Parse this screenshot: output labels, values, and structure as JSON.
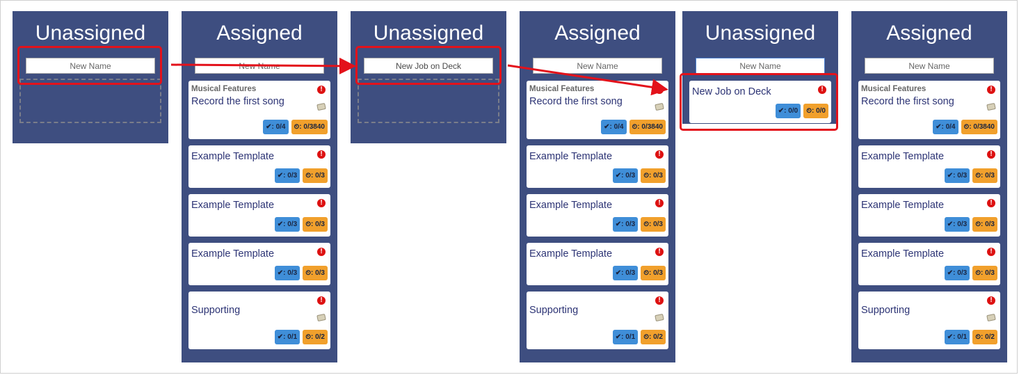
{
  "columns": [
    {
      "title": "Unassigned",
      "input_value": "",
      "input_placeholder": "New Name",
      "cards": []
    },
    {
      "title": "Assigned",
      "input_value": "",
      "input_placeholder": "New Name",
      "cards": [
        {
          "category": "Musical Features",
          "title": "Record the first song",
          "note": true,
          "checks": "0/4",
          "time": "0/3840"
        },
        {
          "category": "",
          "title": "Example Template",
          "note": false,
          "checks": "0/3",
          "time": "0/3"
        },
        {
          "category": "",
          "title": "Example Template",
          "note": false,
          "checks": "0/3",
          "time": "0/3"
        },
        {
          "category": "",
          "title": "Example Template",
          "note": false,
          "checks": "0/3",
          "time": "0/3"
        },
        {
          "category": "",
          "title": "Supporting",
          "note": true,
          "checks": "0/1",
          "time": "0/2"
        }
      ]
    },
    {
      "title": "Unassigned",
      "input_value": "New Job on Deck",
      "input_placeholder": "New Name",
      "cards": []
    },
    {
      "title": "Assigned",
      "input_value": "",
      "input_placeholder": "New Name",
      "cards": [
        {
          "category": "Musical Features",
          "title": "Record the first song",
          "note": true,
          "checks": "0/4",
          "time": "0/3840"
        },
        {
          "category": "",
          "title": "Example Template",
          "note": false,
          "checks": "0/3",
          "time": "0/3"
        },
        {
          "category": "",
          "title": "Example Template",
          "note": false,
          "checks": "0/3",
          "time": "0/3"
        },
        {
          "category": "",
          "title": "Example Template",
          "note": false,
          "checks": "0/3",
          "time": "0/3"
        },
        {
          "category": "",
          "title": "Supporting",
          "note": true,
          "checks": "0/1",
          "time": "0/2"
        }
      ]
    },
    {
      "title": "Unassigned",
      "input_value": "",
      "input_placeholder": "New Name",
      "cards": [
        {
          "category": "",
          "title": "New Job on Deck",
          "note": false,
          "checks": "0/0",
          "time": "0/0"
        }
      ]
    },
    {
      "title": "Assigned",
      "input_value": "",
      "input_placeholder": "New Name",
      "cards": [
        {
          "category": "Musical Features",
          "title": "Record the first song",
          "note": true,
          "checks": "0/4",
          "time": "0/3840"
        },
        {
          "category": "",
          "title": "Example Template",
          "note": false,
          "checks": "0/3",
          "time": "0/3"
        },
        {
          "category": "",
          "title": "Example Template",
          "note": false,
          "checks": "0/3",
          "time": "0/3"
        },
        {
          "category": "",
          "title": "Example Template",
          "note": false,
          "checks": "0/3",
          "time": "0/3"
        },
        {
          "category": "",
          "title": "Supporting",
          "note": true,
          "checks": "0/1",
          "time": "0/2"
        }
      ]
    }
  ],
  "badge_prefix": {
    "check": "✔: ",
    "time": "⏲: "
  },
  "icons": {
    "alert": "alert-icon",
    "note": "note-icon",
    "check": "check-icon",
    "timer": "timer-icon"
  },
  "colors": {
    "column_bg": "#3e4e80",
    "highlight": "#e3121b",
    "badge_blue": "#3f8ed8",
    "badge_orange": "#f1a02c",
    "card_title": "#2d3475",
    "alert": "#dd1111"
  }
}
